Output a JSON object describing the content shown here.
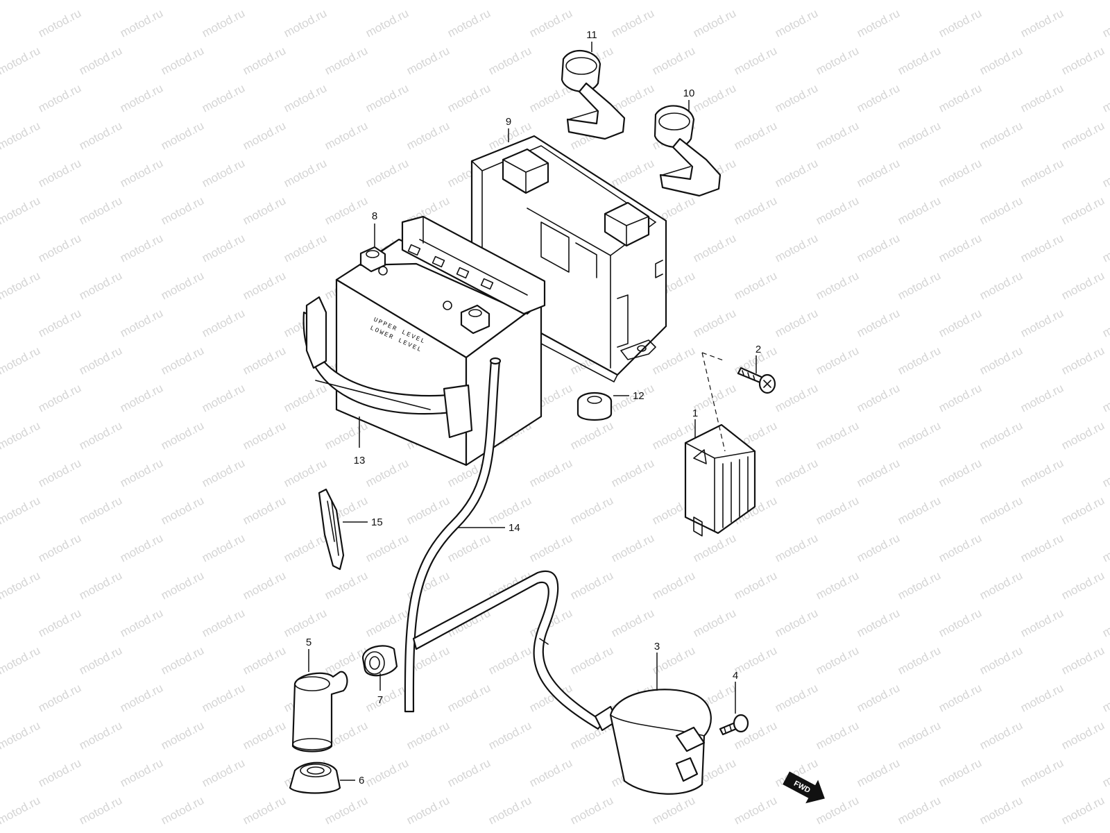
{
  "watermark": "motod.ru",
  "battery_labels": {
    "upper": "UPPER LEVEL",
    "lower": "LOWER LEVEL"
  },
  "direction_arrow": "FWD",
  "callouts": [
    "1",
    "2",
    "3",
    "4",
    "5",
    "6",
    "7",
    "8",
    "9",
    "10",
    "11",
    "12",
    "13",
    "14",
    "15"
  ]
}
